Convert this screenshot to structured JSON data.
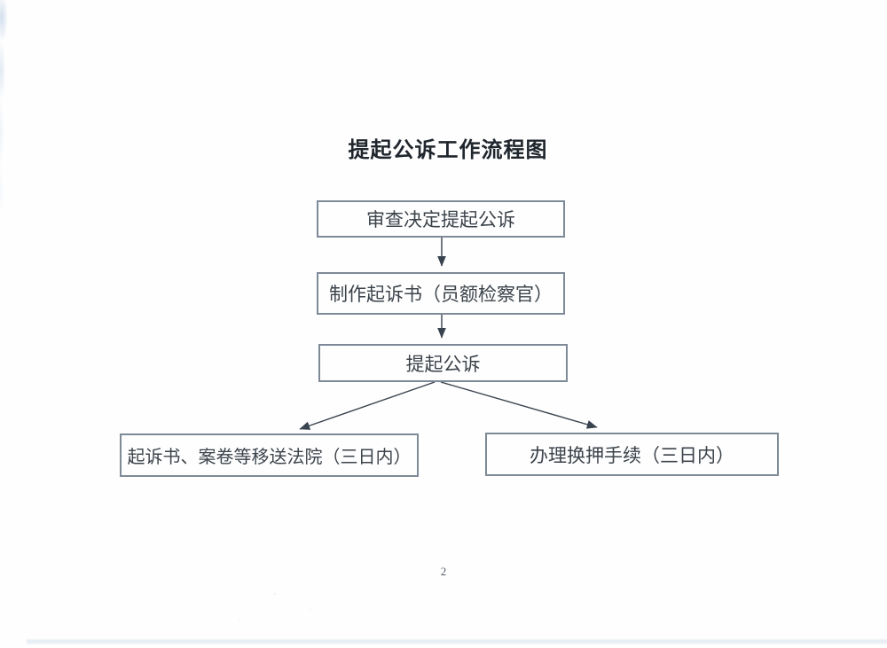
{
  "document": {
    "title": "提起公诉工作流程图",
    "page_number": "2"
  },
  "flowchart": {
    "nodes": [
      {
        "id": "review",
        "label": "审查决定提起公诉"
      },
      {
        "id": "draft-indictment",
        "label": "制作起诉书（员额检察官）"
      },
      {
        "id": "prosecute",
        "label": "提起公诉"
      },
      {
        "id": "transfer-court",
        "label": "起诉书、案卷等移送法院（三日内）"
      },
      {
        "id": "custody-transfer",
        "label": "办理换押手续（三日内）"
      }
    ],
    "edges": [
      {
        "from": "review",
        "to": "draft-indictment"
      },
      {
        "from": "draft-indictment",
        "to": "prosecute"
      },
      {
        "from": "prosecute",
        "to": "transfer-court"
      },
      {
        "from": "prosecute",
        "to": "custody-transfer"
      }
    ],
    "colors": {
      "box_border": "#7e8a97",
      "text": "#3c434b",
      "arrow": "#39434f",
      "title_text": "#20262d",
      "scan_artifact_blue": "#cfdcea"
    }
  }
}
